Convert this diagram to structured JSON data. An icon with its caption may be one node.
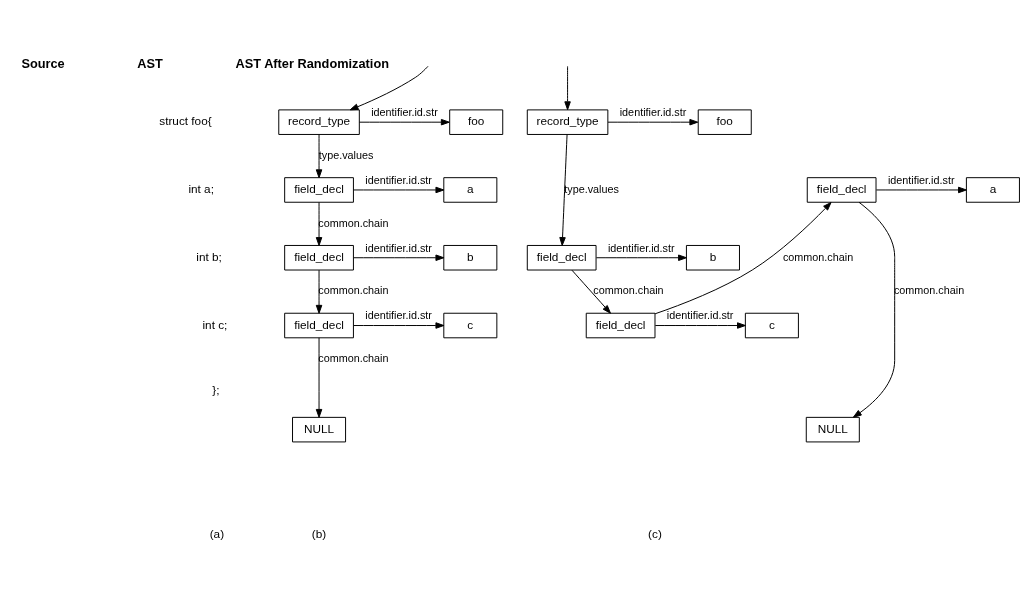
{
  "diagram": {
    "nodes": [
      {
        "text": [
          "record_type"
        ]
      },
      {
        "text": [
          "foo"
        ]
      },
      {
        "text": [
          "field_decl"
        ]
      },
      {
        "text": [
          "a"
        ]
      },
      {
        "text": [
          "field_decl"
        ]
      },
      {
        "text": [
          "b"
        ]
      },
      {
        "text": [
          "field_decl"
        ]
      },
      {
        "text": [
          "c"
        ]
      },
      {
        "text": [
          "NULL"
        ]
      },
      {
        "text": [
          "record_type"
        ]
      },
      {
        "text": [
          "foo"
        ]
      },
      {
        "text": [
          "field_decl"
        ]
      },
      {
        "text": [
          "a"
        ]
      },
      {
        "text": [
          "field_decl"
        ]
      },
      {
        "text": [
          "b"
        ]
      },
      {
        "text": [
          "field_decl"
        ]
      },
      {
        "text": [
          "c"
        ]
      },
      {
        "text": [
          "NULL"
        ]
      }
    ],
    "edges": [
      {
        "from": null,
        "to": 0,
        "arrow": "to"
      },
      {
        "from": 0,
        "to": 1,
        "arrow": "to",
        "label": "identifier.id.str"
      },
      {
        "from": 0,
        "to": 2,
        "arrow": "to",
        "label": "type.values"
      },
      {
        "from": 2,
        "to": 3,
        "arrow": "to",
        "label": "identifier.id.str"
      },
      {
        "from": 2,
        "to": 4,
        "arrow": "to",
        "label": "common.chain"
      },
      {
        "from": 4,
        "to": 5,
        "arrow": "to",
        "label": "identifier.id.str"
      },
      {
        "from": 4,
        "to": 6,
        "arrow": "to",
        "label": "common.chain"
      },
      {
        "from": 6,
        "to": 7,
        "arrow": "to",
        "label": "identifier.id.str"
      },
      {
        "from": 6,
        "to": 8,
        "arrow": "to",
        "label": "common.chain"
      },
      {
        "from": null,
        "to": 9,
        "arrow": "to"
      },
      {
        "from": 9,
        "to": 10,
        "arrow": "to",
        "label": "identifier.id.str"
      },
      {
        "from": 9,
        "to": 13,
        "arrow": "to",
        "label": "type.values"
      },
      {
        "from": 11,
        "to": 12,
        "arrow": "to",
        "label": "identifier.id.str"
      },
      {
        "from": 13,
        "to": 14,
        "arrow": "to",
        "label": "identifier.id.str"
      },
      {
        "from": 13,
        "to": 15,
        "arrow": "to",
        "label": "common.chain"
      },
      {
        "from": 15,
        "to": 16,
        "arrow": "to",
        "label": "identifier.id.str"
      },
      {
        "from": 15,
        "to": 11,
        "arrow": "to",
        "label": "common.chain"
      },
      {
        "from": 11,
        "to": 17,
        "arrow": "to",
        "label": "common.chain"
      }
    ],
    "labels": [
      "Source",
      "AST",
      "AST After Randomization",
      "struct foo{",
      "int a;",
      "int b;",
      "int c;",
      "};",
      "(a)",
      "(b)",
      "(c)"
    ]
  }
}
